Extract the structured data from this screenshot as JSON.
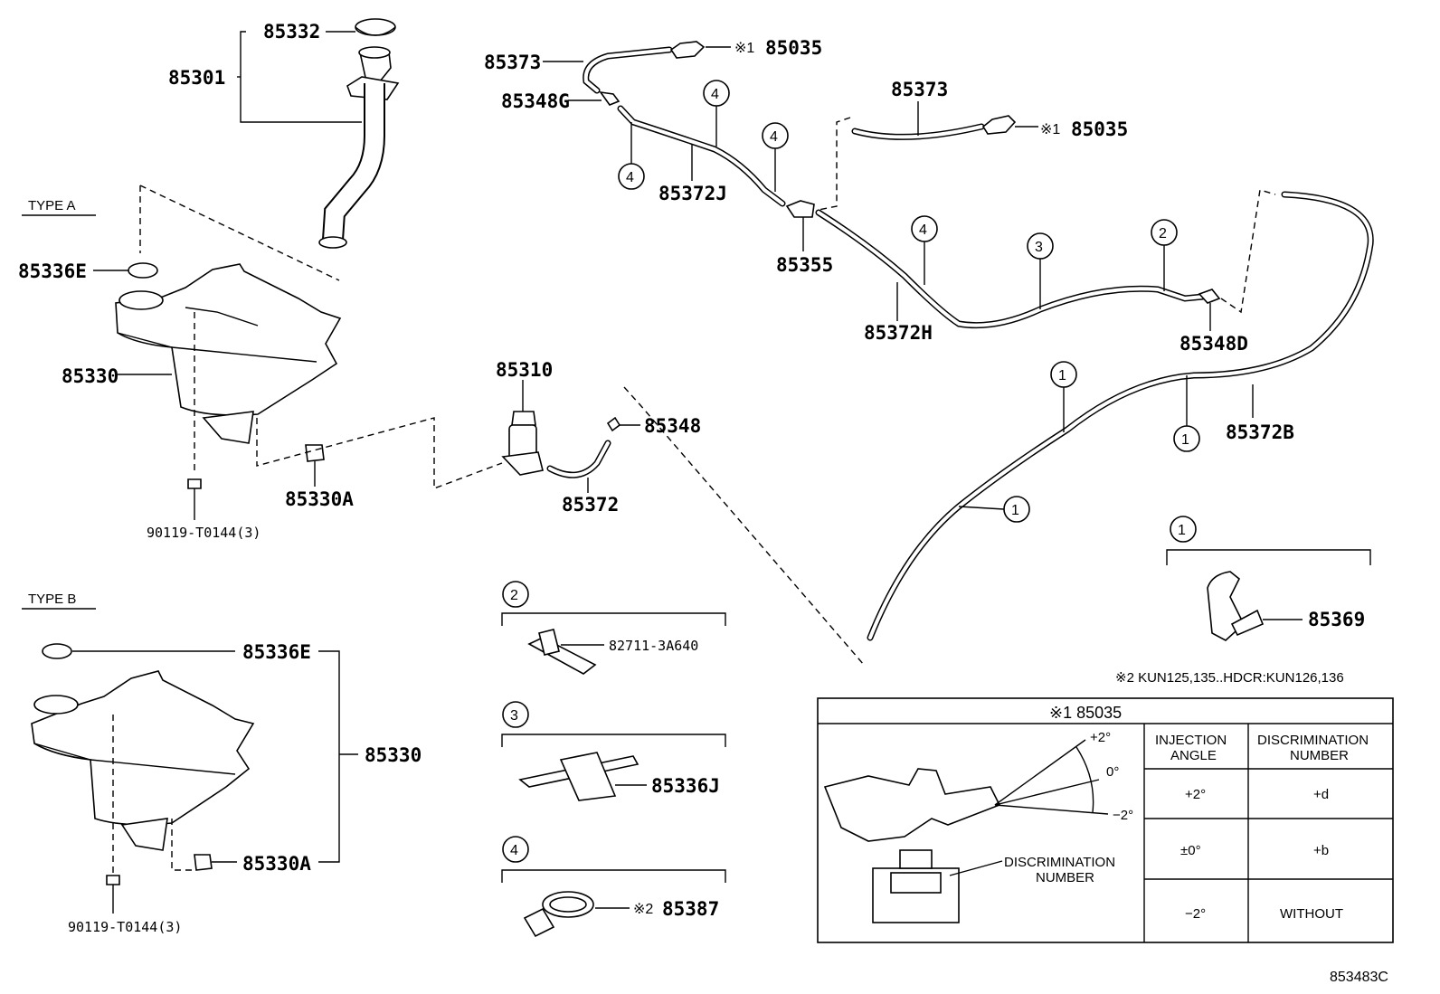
{
  "labels": {
    "p85332": "85332",
    "p85301": "85301",
    "typeA": "TYPE A",
    "p85336E_a": "85336E",
    "p85330_a": "85330",
    "p90119_a": "90119-T0144(3)",
    "p85330A_a": "85330A",
    "typeB": "TYPE B",
    "p85336E_b": "85336E",
    "p85330_b": "85330",
    "p85330A_b": "85330A",
    "p90119_b": "90119-T0144(3)",
    "p85373_a": "85373",
    "p85348G": "85348G",
    "p85035_a": "85035",
    "mark1_a": "※1",
    "p85372J": "85372J",
    "p85373_b": "85373",
    "p85035_b": "85035",
    "mark1_b": "※1",
    "p85355": "85355",
    "p85372H": "85372H",
    "p85348D": "85348D",
    "p85310": "85310",
    "p85348": "85348",
    "p85372": "85372",
    "p85372B": "85372B",
    "p82711": "82711-3A640",
    "p85336J": "85336J",
    "p85387": "85387",
    "mark2": "※2",
    "p85369": "85369",
    "note2": "※2 KUN125,135..HDCR:KUN126,136",
    "drawing_no": "853483C"
  },
  "callouts": {
    "c1": "1",
    "c2": "2",
    "c3": "3",
    "c4": "4"
  },
  "table": {
    "title": "※1 85035",
    "header_angle": "INJECTION ANGLE",
    "header_number": "DISCRIMINATION NUMBER",
    "rows": [
      {
        "angle": "+2°",
        "number": "+d"
      },
      {
        "angle": "±0°",
        "number": "+b"
      },
      {
        "angle": "−2°",
        "number": "WITHOUT"
      }
    ],
    "angle_plus2": "+2°",
    "angle_0": "0°",
    "angle_minus2": "−2°",
    "disc_label": "DISCRIMINATION NUMBER"
  }
}
